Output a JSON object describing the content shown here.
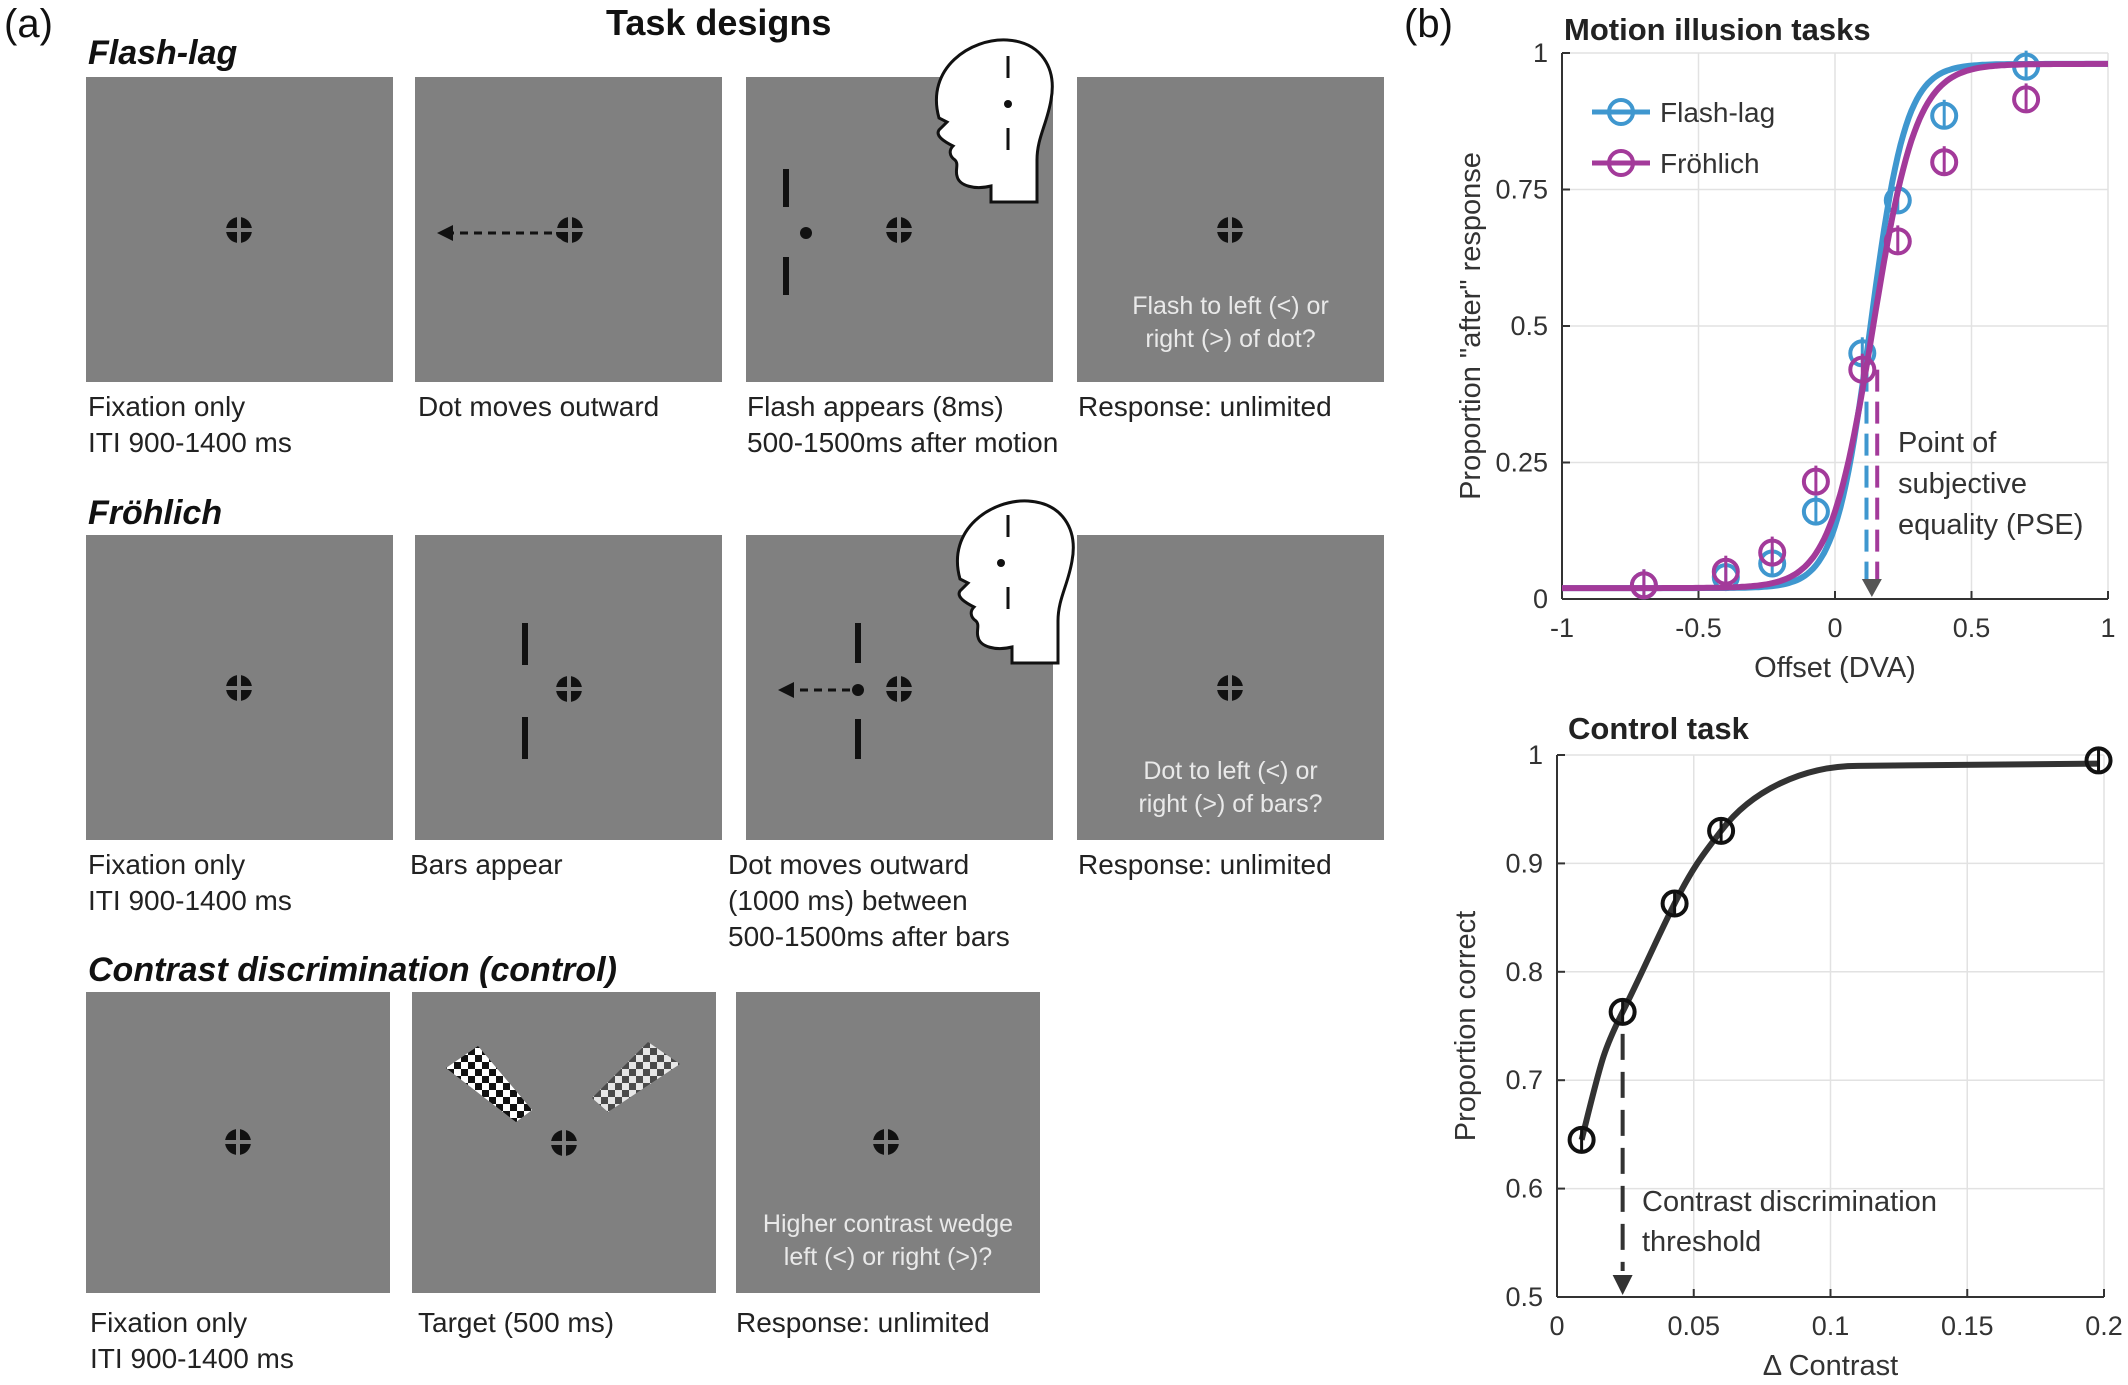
{
  "panel_a": {
    "label": "(a)",
    "title": "Task designs",
    "flash_lag": {
      "title": "Flash-lag",
      "captions": [
        [
          "Fixation only",
          "ITI 900-1400 ms"
        ],
        [
          "Dot moves outward"
        ],
        [
          "Flash appears (8ms)",
          "500-1500ms after motion"
        ],
        [
          "Response: unlimited"
        ]
      ],
      "response_prompt": [
        "Flash to left (<) or",
        "right (>) of dot?"
      ]
    },
    "frohlich": {
      "title": "Fröhlich",
      "captions": [
        [
          "Fixation only",
          "ITI 900-1400 ms"
        ],
        [
          "Bars appear"
        ],
        [
          "Dot moves outward",
          "(1000 ms) between",
          "500-1500ms after bars"
        ],
        [
          "Response: unlimited"
        ]
      ],
      "response_prompt": [
        "Dot to left (<) or",
        "right (>) of bars?"
      ]
    },
    "contrast": {
      "title": "Contrast discrimination (control)",
      "captions": [
        [
          "Fixation only",
          "ITI 900-1400 ms"
        ],
        [
          "Target (500 ms)"
        ],
        [
          "Response: unlimited"
        ]
      ],
      "response_prompt": [
        "Higher contrast wedge",
        "left (<) or right (>)?"
      ]
    },
    "colors": {
      "screen": "#808080",
      "stimulus": "#111111",
      "prompt_text": "#e9e9e9"
    }
  },
  "panel_b": {
    "label": "(b)",
    "colors": {
      "flash_lag": "#3f97cf",
      "frohlich": "#a33a9a",
      "control": "#333333"
    }
  },
  "chart_data": [
    {
      "type": "line",
      "title": "Motion illusion tasks",
      "xlabel": "Offset (DVA)",
      "ylabel": "Proportion \"after\" response",
      "xlim": [
        -1,
        1
      ],
      "ylim": [
        0,
        1
      ],
      "xticks": [
        -1,
        -0.5,
        0,
        0.5,
        1
      ],
      "xtick_labels": [
        "-1",
        "-0.5",
        "0",
        "0.5",
        "1"
      ],
      "yticks": [
        0,
        0.25,
        0.5,
        0.75,
        1
      ],
      "ytick_labels": [
        "0",
        "0.25",
        "0.5",
        "0.75",
        "1"
      ],
      "grid": true,
      "legend": "top-left",
      "series": [
        {
          "name": "Flash-lag",
          "color": "#3f97cf",
          "x": [
            -0.7,
            -0.4,
            -0.23,
            -0.07,
            0.1,
            0.23,
            0.4,
            0.7
          ],
          "y": [
            0.025,
            0.04,
            0.065,
            0.16,
            0.45,
            0.73,
            0.885,
            0.975
          ],
          "fit_pse": 0.13,
          "fit_slope": 0.11,
          "fit_lapse_low": 0.02,
          "fit_lapse_high": 0.02
        },
        {
          "name": "Fröhlich",
          "color": "#a33a9a",
          "x": [
            -0.7,
            -0.4,
            -0.23,
            -0.07,
            0.1,
            0.23,
            0.4,
            0.7
          ],
          "y": [
            0.025,
            0.05,
            0.085,
            0.215,
            0.42,
            0.655,
            0.8,
            0.915
          ],
          "fit_pse": 0.14,
          "fit_slope": 0.135,
          "fit_lapse_low": 0.02,
          "fit_lapse_high": 0.02
        }
      ],
      "annotation": [
        "Point of",
        "subjective",
        "equality (PSE)"
      ]
    },
    {
      "type": "line",
      "title": "Control task",
      "xlabel": "Δ Contrast",
      "ylabel": "Proportion correct",
      "xlim": [
        0,
        0.2
      ],
      "ylim": [
        0.5,
        1
      ],
      "xticks": [
        0,
        0.05,
        0.1,
        0.15,
        0.2
      ],
      "xtick_labels": [
        "0",
        "0.05",
        "0.1",
        "0.15",
        "0.2"
      ],
      "yticks": [
        0.5,
        0.6,
        0.7,
        0.8,
        0.9,
        1
      ],
      "ytick_labels": [
        "0.5",
        "0.6",
        "0.7",
        "0.8",
        "0.9",
        "1"
      ],
      "grid": true,
      "series": [
        {
          "color": "#333333",
          "x": [
            0.009,
            0.024,
            0.043,
            0.06,
            0.198
          ],
          "y": [
            0.645,
            0.763,
            0.863,
            0.93,
            0.995
          ],
          "fit_threshold": 0.024
        }
      ],
      "annotation": [
        "Contrast discrimination",
        "threshold"
      ]
    }
  ]
}
